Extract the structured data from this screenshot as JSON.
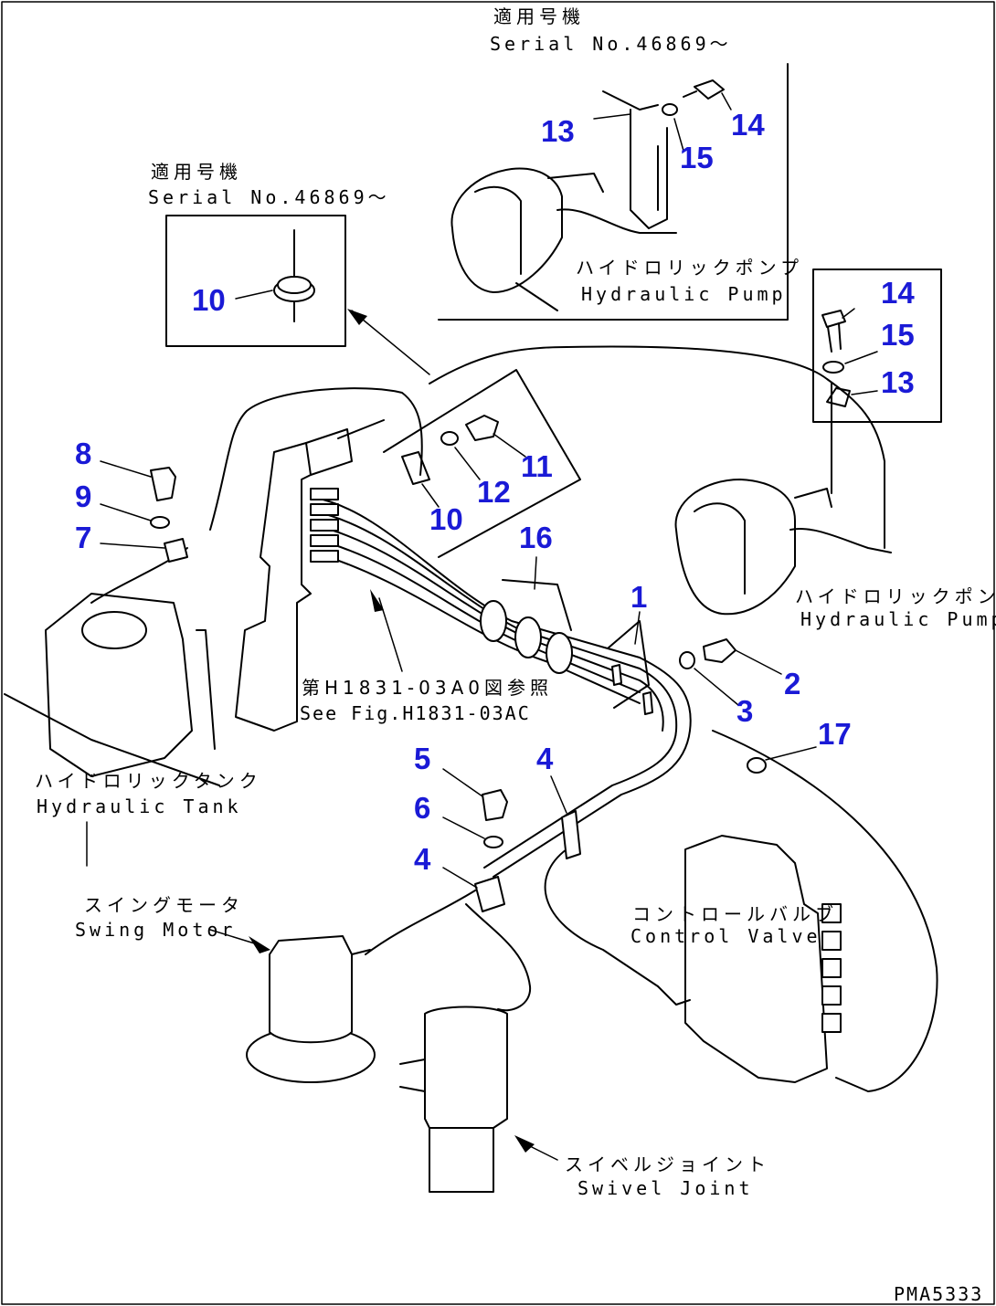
{
  "accent_color": "#1a1ad6",
  "top_inset": {
    "title_jp": "適用号機",
    "serial": "Serial No.46869～",
    "pump_jp": "ハイドロリックポンプ",
    "pump_en": "Hydraulic Pump"
  },
  "left_inset": {
    "title_jp": "適用号機",
    "serial": "Serial No.46869～"
  },
  "labels": {
    "pump_jp": "ハイドロリックポンプ",
    "pump_en": "Hydraulic Pump",
    "ref_jp": "第H1831-03A0図参照",
    "ref_en": "See Fig.H1831-03AC",
    "tank_jp": "ハイドロリックタンク",
    "tank_en": "Hydraulic Tank",
    "motor_jp": "スイングモータ",
    "motor_en": "Swing Motor",
    "valve_jp": "コントロールバルブ",
    "valve_en": "Control Valve",
    "joint_jp": "スイベルジョイント",
    "joint_en": "Swivel Joint"
  },
  "callouts": {
    "c1": "1",
    "c2": "2",
    "c3": "3",
    "c4a": "4",
    "c4b": "4",
    "c5": "5",
    "c6": "6",
    "c7": "7",
    "c8": "8",
    "c9": "9",
    "c10a": "10",
    "c10b": "10",
    "c11": "11",
    "c12": "12",
    "c13a": "13",
    "c13b": "13",
    "c14a": "14",
    "c14b": "14",
    "c15a": "15",
    "c15b": "15",
    "c16": "16",
    "c17": "17"
  },
  "drawing_code": "PMA5333"
}
